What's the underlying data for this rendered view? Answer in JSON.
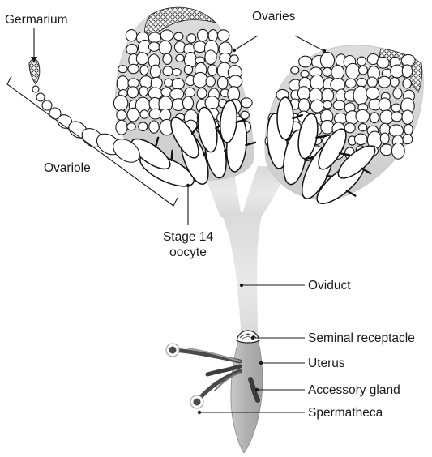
{
  "labels": {
    "germarium": "Germarium",
    "ovaries": "Ovaries",
    "ovariole": "Ovariole",
    "stage14_line1": "Stage 14",
    "stage14_line2": "oocyte",
    "oviduct": "Oviduct",
    "seminal_receptacle": "Seminal receptacle",
    "uterus": "Uterus",
    "accessory_gland": "Accessory gland",
    "spermatheca": "Spermatheca"
  },
  "colors": {
    "tract_fill": "#e4e4e4",
    "uterus_fill": "#b4b4b4",
    "ovary_bg": "#d6d6d6",
    "outline": "#151515",
    "chamber_fill": "#ffffff",
    "gland_dark": "#3f3f3f"
  }
}
